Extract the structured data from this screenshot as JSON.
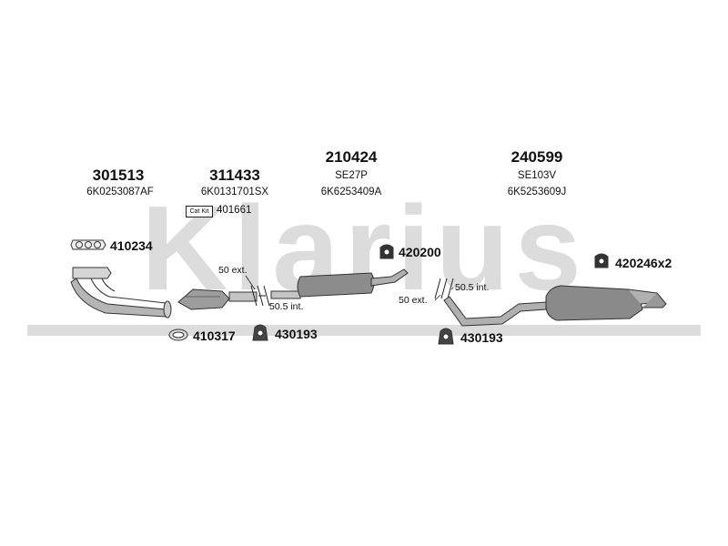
{
  "watermark": {
    "text": "Klarius"
  },
  "colors": {
    "watermark": "#dcdcdc",
    "ink": "#111111",
    "part_fill": "#9b9b9b",
    "part_dark": "#555555"
  },
  "parts": {
    "manifold": {
      "number": "301513",
      "oem": "6K0253087AF"
    },
    "catalyst": {
      "number": "311433",
      "oem": "6K0131701SX",
      "kit_tag": "Cat Kit",
      "kit_number": "401661"
    },
    "middle_silencer": {
      "number": "210424",
      "code": "SE27P",
      "oem": "6K6253409A"
    },
    "rear_silencer": {
      "number": "240599",
      "code": "SE103V",
      "oem": "6K5253609J"
    }
  },
  "fittings": {
    "gasket_manifold": "410234",
    "ring_gasket": "410317",
    "mount_front": "430193",
    "hanger_middle": "420200",
    "mount_rear": "430193",
    "hanger_rear": "420246x2"
  },
  "joints": {
    "front_ext": "50 ext.",
    "front_int": "50.5 int.",
    "rear_ext": "50 ext.",
    "rear_int": "50.5 int."
  }
}
